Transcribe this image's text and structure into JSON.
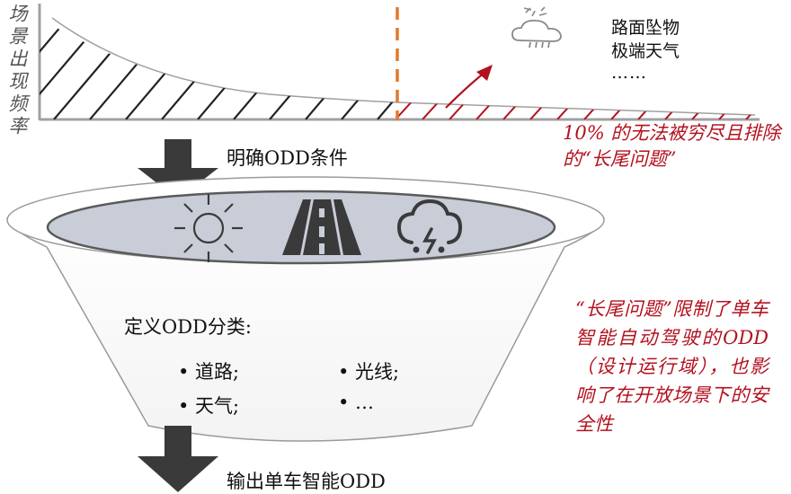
{
  "chart": {
    "y_axis_label": "场景出现频率",
    "hazards": [
      "路面坠物",
      "极端天气",
      "……"
    ],
    "longtail_note": "10% 的无法被穷尽且排除的“长尾问题”"
  },
  "flow": {
    "step_clarify": "明确ODD条件",
    "step_output": "输出单车智能ODD"
  },
  "classification": {
    "title": "定义ODD分类:",
    "items": [
      "• 道路;",
      "• 光线;",
      "• 天气;",
      "• …"
    ]
  },
  "constraint_note": "“长尾问题”限制了单车智能自动驾驶的ODD（设计运行域），也影响了在开放场景下的安全性",
  "icons": {
    "chart": [
      "snow-cloud-icon"
    ],
    "bowl": [
      "sun-icon",
      "road-icon",
      "storm-cloud-icon"
    ]
  },
  "colors": {
    "accent_red": "#b3111e",
    "divider_orange": "#e07a2c",
    "arrow_gray": "#3a3a3a",
    "ellipse_fill": "#c8cdd8",
    "axis_gray": "#a0a0a0"
  }
}
